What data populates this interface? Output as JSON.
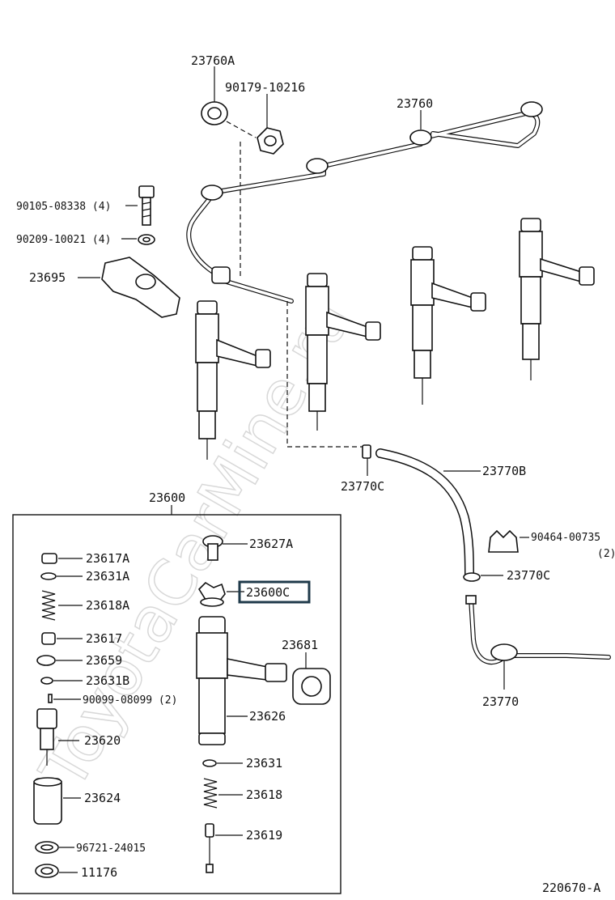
{
  "diagram_code": "220670-A",
  "watermark": "ToyotaCarMine.ru",
  "assembly_label": "23600",
  "highlighted_part": "23600C",
  "upper_labels": {
    "washer_top": "23760A",
    "nut_top": "90179-10216",
    "pipe_main": "23760",
    "bolt": "90105-08338 (4)",
    "washer_small": "90209-10021 (4)",
    "clamp": "23695",
    "hose": "23770B",
    "hose_clip_top": "23770C",
    "hose_clip_bottom": "23770C",
    "clip_part": "90464-00735",
    "clip_qty": "(2)",
    "return_pipe": "23770"
  },
  "kit_labels": {
    "p1": "23617A",
    "p2": "23631A",
    "p3": "23618A",
    "p4": "23617",
    "p5": "23659",
    "p6": "23631B",
    "p7": "90099-08099 (2)",
    "p8": "23620",
    "p9": "23624",
    "p10": "96721-24015",
    "p11": "11176",
    "q1": "23627A",
    "q2": "23600C",
    "q3": "23681",
    "q4": "23626",
    "q5": "23631",
    "q6": "23618",
    "q7": "23619"
  }
}
